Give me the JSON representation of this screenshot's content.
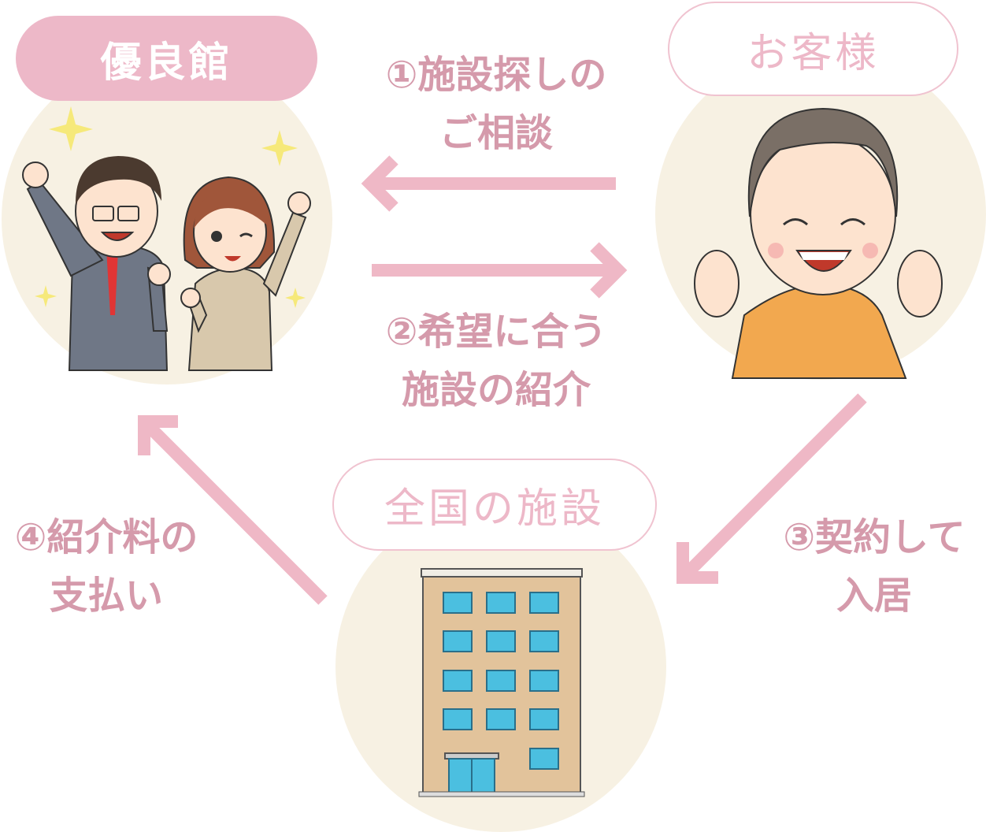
{
  "nodes": {
    "agency": {
      "label": "優良館"
    },
    "customer": {
      "label": "お客様"
    },
    "facilities": {
      "label": "全国の施設"
    }
  },
  "steps": [
    {
      "line1": "①施設探しの",
      "line2": "ご相談"
    },
    {
      "line1": "②希望に合う",
      "line2": "施設の紹介"
    },
    {
      "line1": "③契約して",
      "line2": "入居"
    },
    {
      "line1": "④紹介料の",
      "line2": "支払い"
    }
  ],
  "colors": {
    "accent": "#edb8c8",
    "text": "#d59aab",
    "circle": "#f7f1e3",
    "arrow": "#efb8c6"
  }
}
